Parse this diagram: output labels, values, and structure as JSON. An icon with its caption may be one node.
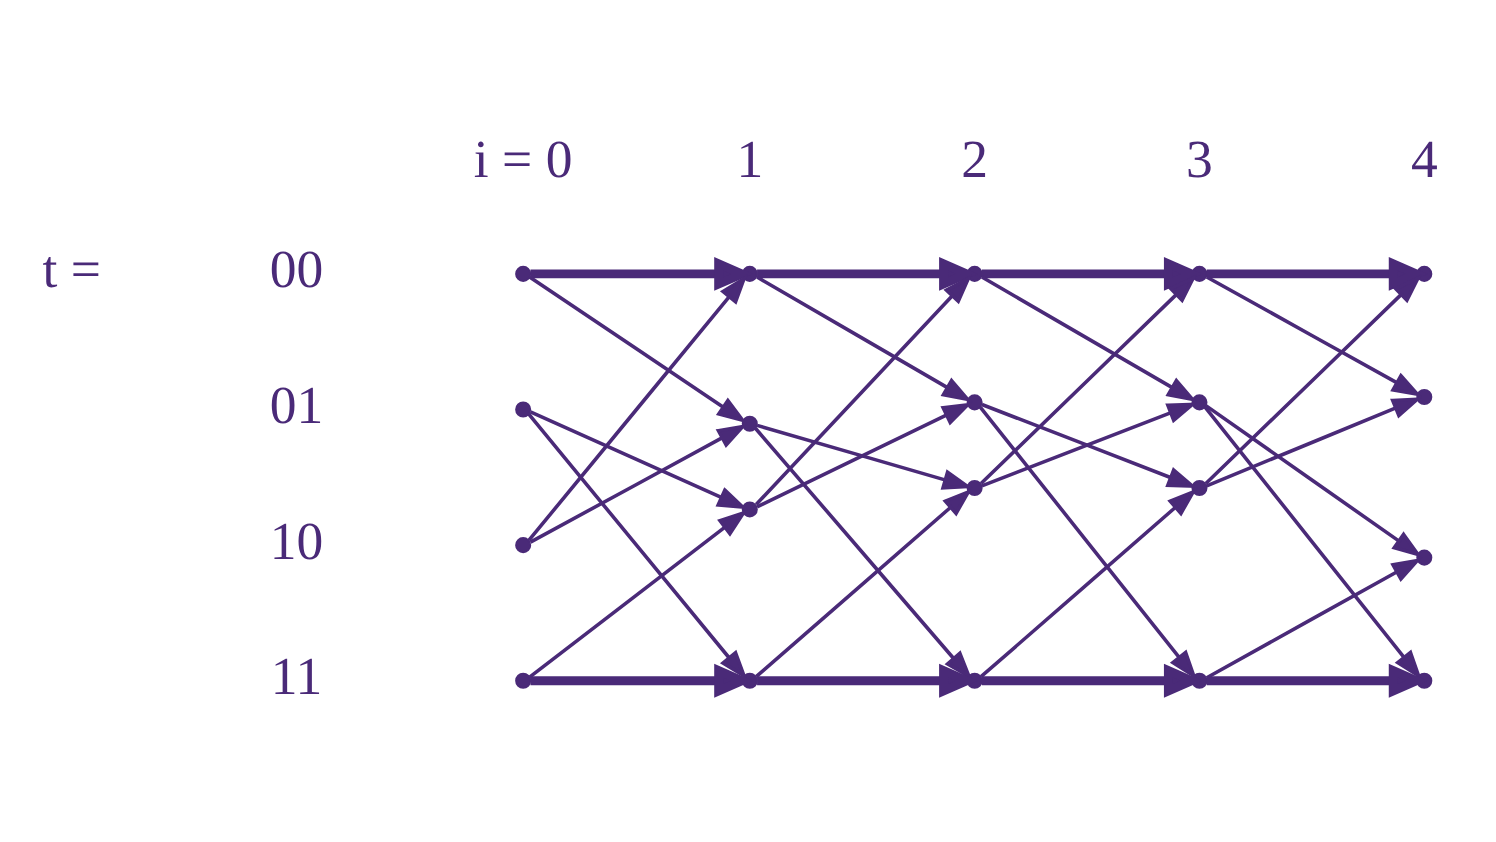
{
  "diagram": {
    "nodes": [
      {
        "text": [],
        "shape": "circle"
      },
      {
        "text": [],
        "shape": "circle"
      },
      {
        "text": [],
        "shape": "circle"
      },
      {
        "text": [],
        "shape": "circle"
      },
      {
        "text": [],
        "shape": "circle"
      },
      {
        "text": [],
        "shape": "circle"
      },
      {
        "text": [],
        "shape": "circle"
      },
      {
        "text": [],
        "shape": "circle"
      },
      {
        "text": [],
        "shape": "circle"
      },
      {
        "text": [],
        "shape": "circle"
      },
      {
        "text": [],
        "shape": "circle"
      },
      {
        "text": [],
        "shape": "circle"
      },
      {
        "text": [],
        "shape": "circle"
      },
      {
        "text": [],
        "shape": "circle"
      },
      {
        "text": [],
        "shape": "circle"
      },
      {
        "text": [],
        "shape": "circle"
      },
      {
        "text": [],
        "shape": "circle"
      },
      {
        "text": [],
        "shape": "circle"
      },
      {
        "text": [],
        "shape": "circle"
      },
      {
        "text": [],
        "shape": "circle"
      }
    ],
    "edges": [
      {
        "from": 0,
        "to": 4,
        "arrow": "to",
        "style": "thick"
      },
      {
        "from": 0,
        "to": 5,
        "arrow": "to"
      },
      {
        "from": 1,
        "to": 6,
        "arrow": "to"
      },
      {
        "from": 1,
        "to": 7,
        "arrow": "to"
      },
      {
        "from": 2,
        "to": 4,
        "arrow": "to"
      },
      {
        "from": 2,
        "to": 5,
        "arrow": "to"
      },
      {
        "from": 3,
        "to": 6,
        "arrow": "to"
      },
      {
        "from": 3,
        "to": 7,
        "arrow": "to",
        "style": "thick"
      },
      {
        "from": 4,
        "to": 8,
        "arrow": "to",
        "style": "thick"
      },
      {
        "from": 4,
        "to": 9,
        "arrow": "to"
      },
      {
        "from": 5,
        "to": 10,
        "arrow": "to"
      },
      {
        "from": 5,
        "to": 11,
        "arrow": "to"
      },
      {
        "from": 6,
        "to": 8,
        "arrow": "to"
      },
      {
        "from": 6,
        "to": 9,
        "arrow": "to"
      },
      {
        "from": 7,
        "to": 10,
        "arrow": "to"
      },
      {
        "from": 7,
        "to": 11,
        "arrow": "to",
        "style": "thick"
      },
      {
        "from": 8,
        "to": 12,
        "arrow": "to",
        "style": "thick"
      },
      {
        "from": 8,
        "to": 13,
        "arrow": "to"
      },
      {
        "from": 9,
        "to": 14,
        "arrow": "to"
      },
      {
        "from": 9,
        "to": 15,
        "arrow": "to"
      },
      {
        "from": 10,
        "to": 12,
        "arrow": "to"
      },
      {
        "from": 10,
        "to": 13,
        "arrow": "to"
      },
      {
        "from": 11,
        "to": 14,
        "arrow": "to"
      },
      {
        "from": 11,
        "to": 15,
        "arrow": "to",
        "style": "thick"
      },
      {
        "from": 12,
        "to": 16,
        "arrow": "to",
        "style": "thick"
      },
      {
        "from": 12,
        "to": 17,
        "arrow": "to"
      },
      {
        "from": 13,
        "to": 18,
        "arrow": "to"
      },
      {
        "from": 13,
        "to": 19,
        "arrow": "to"
      },
      {
        "from": 14,
        "to": 16,
        "arrow": "to"
      },
      {
        "from": 14,
        "to": 17,
        "arrow": "to"
      },
      {
        "from": 15,
        "to": 18,
        "arrow": "to"
      },
      {
        "from": 15,
        "to": 19,
        "arrow": "to",
        "style": "thick"
      }
    ],
    "labels": [
      "i = 0",
      "1",
      "2",
      "3",
      "4",
      "t =",
      "00",
      "01",
      "10",
      "11"
    ]
  }
}
